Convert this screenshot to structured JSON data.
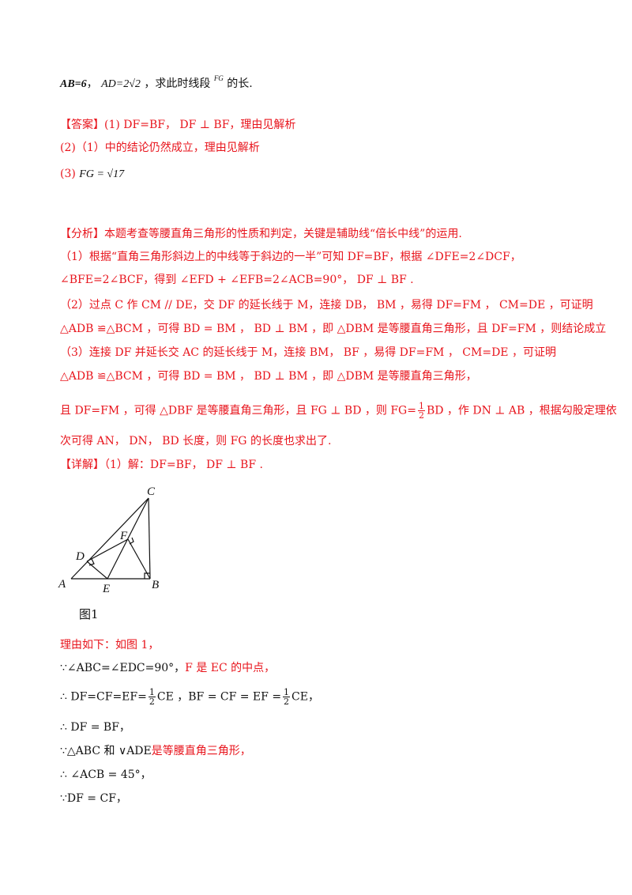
{
  "lines": {
    "l1_ab": "AB=6",
    "l1_ad": "AD=2√2",
    "l1_rest": "，求此时线段",
    "l1_fg": "FG",
    "l1_end": "的长.",
    "ans_tag": "【答案】",
    "ans1": "(1) DF=BF， DF ⊥ BF，理由见解析",
    "ans2": "(2)（1）中的结论仍然成立，理由见解析",
    "ans3_pre": "(3)",
    "ans3": "FG = √17",
    "ana_tag": "【分析】",
    "ana_text": "本题考查等腰直角三角形的性质和判定，关键是辅助线“倍长中线”的运用.",
    "a1": "（1）根据“直角三角形斜边上的中线等于斜边的一半”可知 DF=BF，根据 ∠DFE=2∠DCF，",
    "a2": "∠BFE=2∠BCF，得到 ∠EFD + ∠EFB=2∠ACB=90°， DF ⊥ BF .",
    "a3": "（2）过点 C 作 CM // DE，交 DF 的延长线于 M，连接 DB， BM ，易得 DF=FM ， CM=DE ，可证明",
    "a4": "△ADB ≌△BCM ，可得 BD = BM ， BD ⊥ BM ，即 △DBM 是等腰直角三角形，且 DF=FM ，则结论成立",
    "a5": "（3）连接 DF 并延长交 AC 的延长线于 M，连接 BM， BF ，易得 DF=FM ， CM=DE ，可证明",
    "a6": "△ADB ≌△BCM ，可得 BD = BM ， BD ⊥ BM ，即 △DBM 是等腰直角三角形，",
    "a7_pre": "且 DF=FM ，可得 △DBF 是等腰直角三角形，且 FG ⊥ BD ，则 FG=",
    "a7_post": "BD ，作 DN ⊥ AB ，根据勾股定理依",
    "a8": "次可得 AN， DN， BD 长度，则 FG 的长度也求出了.",
    "det_tag": "【详解】",
    "det_text": "（1）解：DF=BF， DF ⊥ BF .",
    "caption": "图1",
    "r1": "理由如下：如图 1，",
    "r2_pre": "∵∠ABC=∠EDC=90°，",
    "r2_red": "F 是 EC 的中点，",
    "r3_a": "∴ DF=CF=EF=",
    "r3_b": "CE ，BF = CF = EF =",
    "r3_c": "CE，",
    "r4": "∴ DF = BF，",
    "r5_pre": "∵△ABC 和 ∨ADE",
    "r5_red": "是等腰直角三角形，",
    "r6": "∴ ∠ACB = 45°，",
    "r7": "∵DF = CF，",
    "frac_one": "1",
    "frac_two": "2"
  },
  "figure_labels": {
    "A": "A",
    "B": "B",
    "C": "C",
    "D": "D",
    "E": "E",
    "F": "F"
  }
}
